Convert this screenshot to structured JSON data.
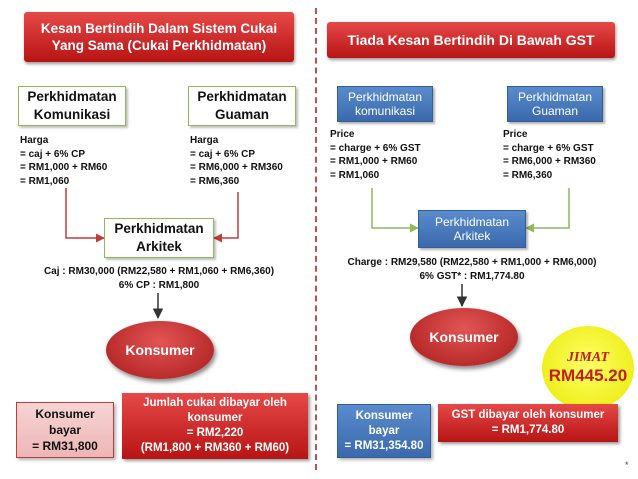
{
  "left": {
    "title": "Kesan Bertindih Dalam Sistem Cukai Yang Sama (Cukai Perkhidmatan)",
    "service_a": {
      "label": "Perkhidmatan Komunikasi",
      "price": "Harga\n= caj + 6% CP\n= RM1,000 + RM60\n= RM1,060"
    },
    "service_b": {
      "label": "Perkhidmatan Guaman",
      "price": "Harga\n= caj + 6% CP\n= RM6,000 + RM360\n= RM6,360"
    },
    "architect": {
      "label": "Perkhidmatan Arkitek",
      "calc_line1": "Caj : RM30,000 (RM22,580 + RM1,060 + RM6,360)",
      "calc_line2": "6% CP : RM1,800"
    },
    "consumer": {
      "label": "Konsumer"
    },
    "consumer_pays": {
      "line1": "Konsumer",
      "line2": "bayar",
      "line3": "= RM31,800"
    },
    "tax_paid": {
      "line1": "Jumlah cukai dibayar oleh",
      "line2": "konsumer",
      "line3": "= RM2,220",
      "line4": "(RM1,800 + RM360 + RM60)"
    }
  },
  "right": {
    "title": "Tiada Kesan Bertindih Di Bawah GST",
    "service_a": {
      "label": "Perkhidmatan komunikasi",
      "price": "Price\n= charge + 6% GST\n= RM1,000 + RM60\n= RM1,060"
    },
    "service_b": {
      "label": "Perkhidmatan Guaman",
      "price": "Price\n= charge + 6% GST\n= RM6,000 + RM360\n= RM6,360"
    },
    "architect": {
      "label": "Perkhidmatan Arkitek",
      "calc_line1": "Charge : RM29,580 (RM22,580 + RM1,000 + RM6,000)",
      "calc_line2": "6% GST* : RM1,774.80"
    },
    "consumer": {
      "label": "Konsumer"
    },
    "consumer_pays": {
      "line1": "Konsumer",
      "line2": "bayar",
      "line3": "= RM31,354.80"
    },
    "gst_paid": {
      "line1": "GST dibayar oleh  konsumer",
      "line2": "= RM1,774.80"
    },
    "savings": {
      "label": "JIMAT",
      "amount": "RM445.20"
    }
  },
  "footer": {
    "mark": "*"
  },
  "colors": {
    "red": "#c21c1c",
    "blue": "#3a6aad",
    "green_line": "#8cb95a",
    "yellow": "#ffff33"
  }
}
